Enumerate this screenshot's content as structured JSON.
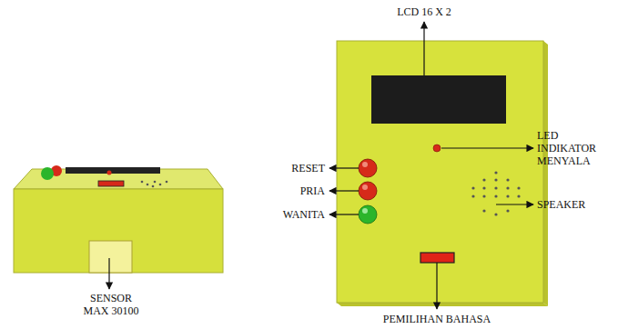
{
  "diagram": {
    "labels": [
      "LCD 16 X 2",
      "LED INDIKATOR MENYALA",
      "RESET",
      "PRIA",
      "WANITA",
      "SPEAKER",
      "PEMILIHAN BAHASA",
      "SENSOR MAX 30100"
    ]
  }
}
